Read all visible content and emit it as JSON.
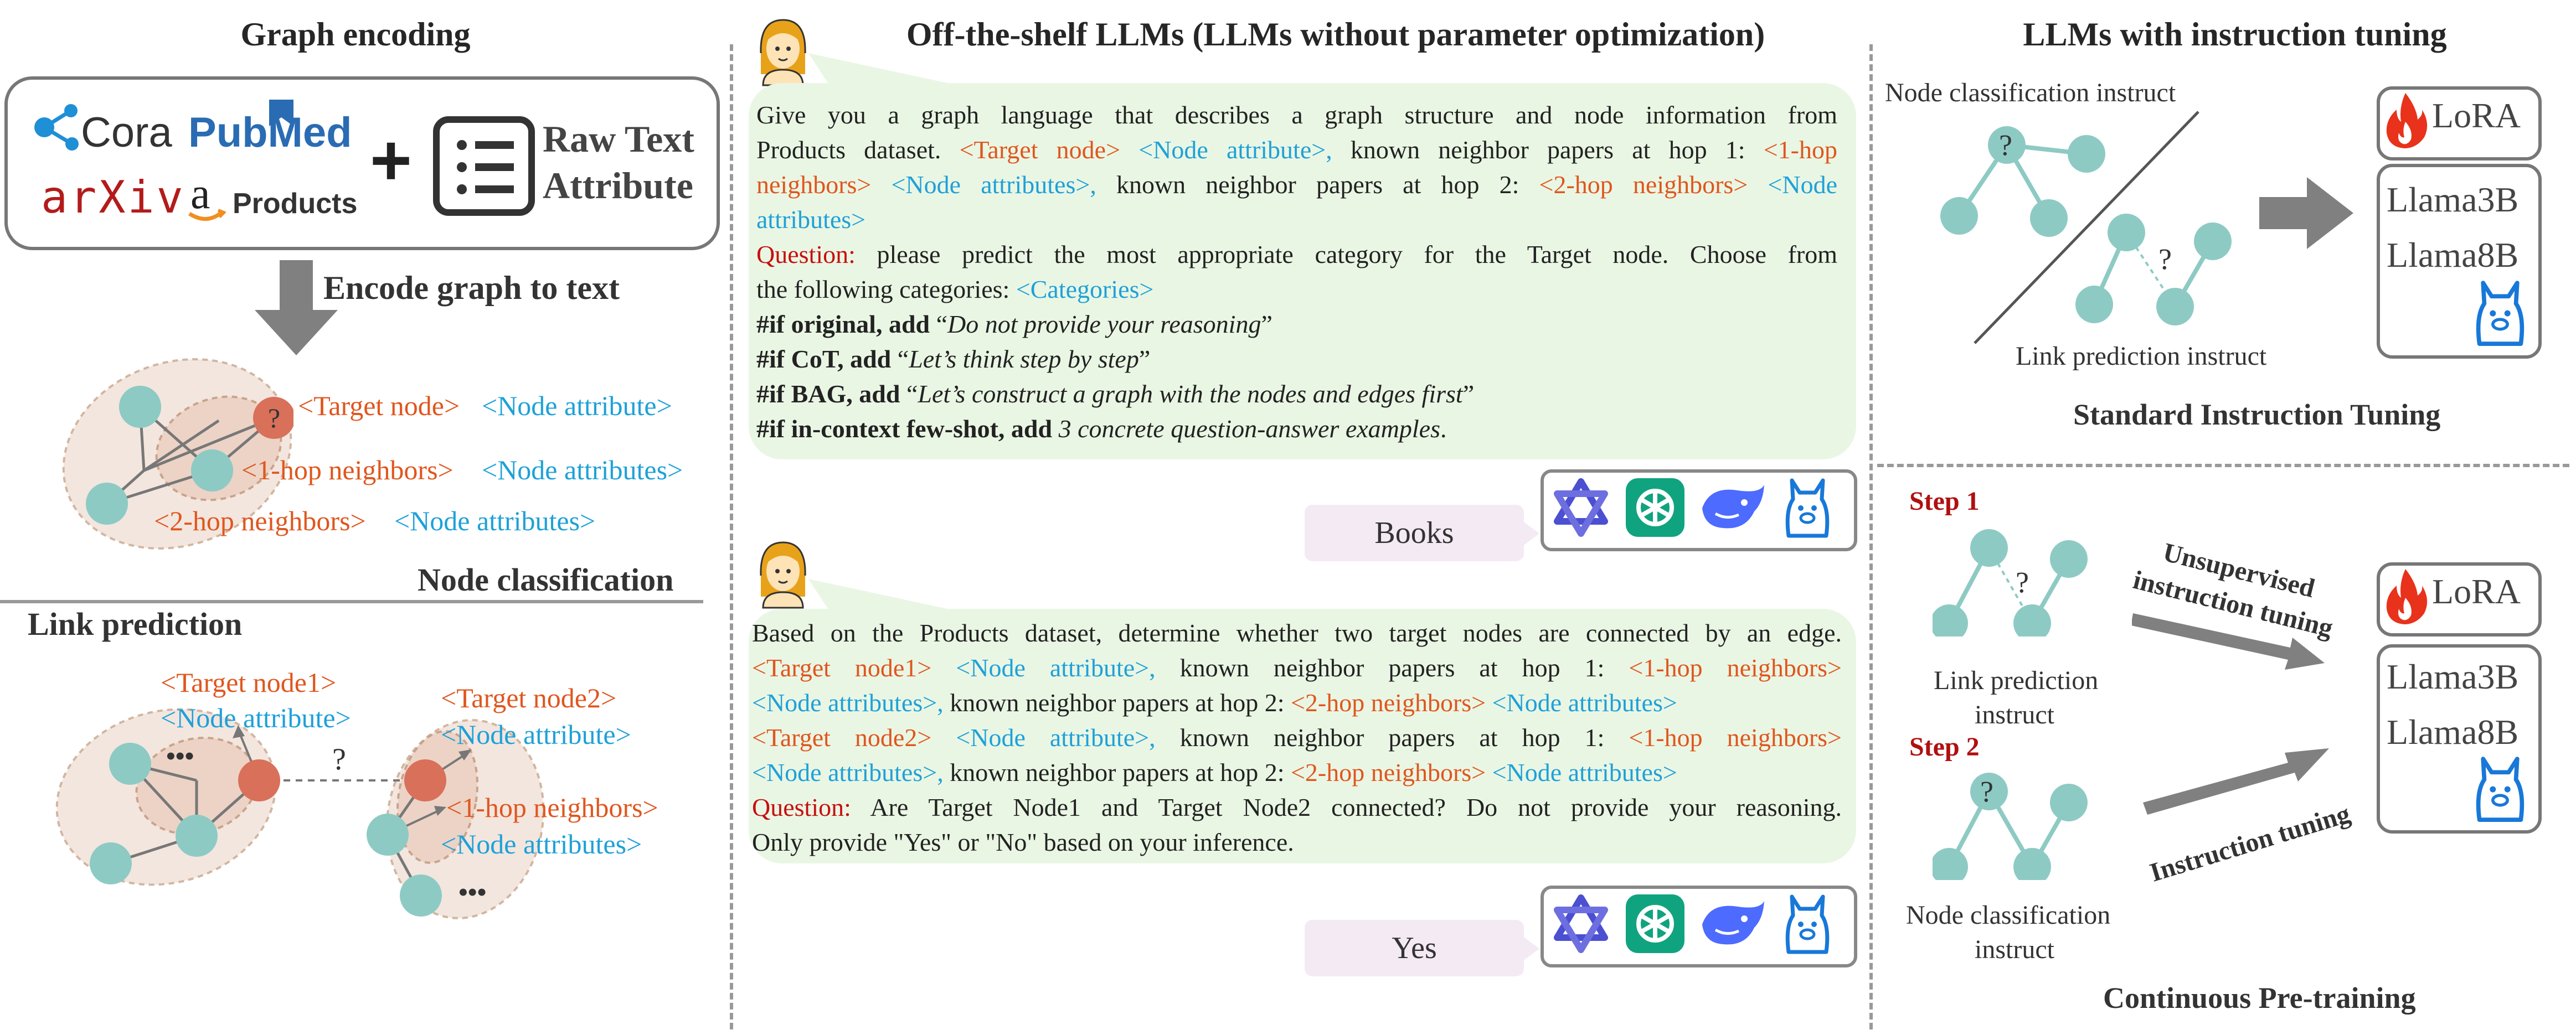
{
  "panels": {
    "left": {
      "title": "Graph encoding",
      "datasets": {
        "cora": "Cora",
        "pubmed_pub": "Pub",
        "pubmed_med": "Med",
        "arxiv": "arXiv",
        "products": "Products"
      },
      "plus": "+",
      "raw_text_1": "Raw Text",
      "raw_text_2": "Attribute",
      "encode_label": "Encode graph to text",
      "nc_graph_labels": {
        "target_node": "<Target node>",
        "node_attribute": "<Node attribute>",
        "hop1": "<1-hop neighbors>",
        "node_attributes_1": "<Node attributes>",
        "hop2": "<2-hop neighbors>",
        "node_attributes_2": "<Node attributes>"
      },
      "node_classification": "Node classification",
      "link_prediction": "Link prediction",
      "lp_graph_labels": {
        "target_node1": "<Target node1>",
        "node_attribute_1": "<Node attribute>",
        "target_node2": "<Target node2>",
        "node_attribute_2": "<Node attribute>",
        "hop1": "<1-hop neighbors>",
        "node_attributes": "<Node attributes>",
        "ellipsis": "•••",
        "question": "?"
      }
    },
    "middle": {
      "title": "Off-the-shelf LLMs (LLMs without parameter optimization)",
      "prompt1": {
        "l1": "Give you a graph language that describes a graph structure and node information from",
        "l2a": "Products dataset. ",
        "l2b": "<Target node>",
        "l2c": " <Node attribute>,",
        "l2d": " known neighbor papers at hop 1: ",
        "l2e": "<1-hop",
        "l3a": "neighbors>",
        "l3b": " <Node attributes>,",
        "l3c": " known neighbor papers at hop 2: ",
        "l3d": "<2-hop neighbors>",
        "l3e": " <Node",
        "l4a": "attributes>",
        "l5a": "Question:",
        "l5b": " please predict the most appropriate category for the Target node. Choose from",
        "l6a": "the following categories: ",
        "l6b": "<Categories>",
        "l7a": "#if original, add",
        "l7b": " “",
        "l7c": "Do not provide your reasoning",
        "l7d": "”",
        "l8a": "#if CoT, add",
        "l8b": " “",
        "l8c": "Let’s think step by step",
        "l8d": "”",
        "l9a": "#if BAG, add",
        "l9b": " “",
        "l9c": "Let’s construct a graph with the nodes and edges first",
        "l9d": "”",
        "l10a": "#if in-context few-shot, add",
        "l10b": " ",
        "l10c": "3 concrete question-answer examples",
        "l10d": "."
      },
      "answer1": "Books",
      "prompt2": {
        "l1": "Based on the Products dataset, determine whether two target nodes are connected by an edge.",
        "l2a": "<Target node1>",
        "l2b": " <Node attribute>,",
        "l2c": " known neighbor papers at hop 1: ",
        "l2d": "<1-hop neighbors>",
        "l3a": "<Node attributes>,",
        "l3b": " known neighbor papers at hop 2: ",
        "l3c": "<2-hop neighbors>",
        "l3d": " <Node attributes>",
        "l4a": "<Target node2>",
        "l4b": " <Node attribute>,",
        "l4c": " known neighbor papers at hop 1: ",
        "l4d": "<1-hop neighbors>",
        "l5a": "<Node attributes>,",
        "l5b": " known neighbor papers at hop 2: ",
        "l5c": "<2-hop neighbors>",
        "l5d": " <Node attributes>",
        "l6a": "Question:",
        "l6b": " Are Target Node1 and Target Node2 connected? Do not provide your reasoning.",
        "l7": "Only provide \"Yes\" or \"No\" based on your inference."
      },
      "answer2": "Yes"
    },
    "right": {
      "title": "LLMs with instruction tuning",
      "nc_instruct": "Node classification instruct",
      "lp_instruct": "Link prediction instruct",
      "standard": "Standard Instruction Tuning",
      "lora": "LoRA",
      "llama3b": "Llama3B",
      "llama8b": "Llama8B",
      "step1": "Step 1",
      "step2": "Step 2",
      "unsup1": "Unsupervised",
      "unsup2": "instruction tuning",
      "inst_tuning": "Instruction tuning",
      "lp_instruct_1": "Link prediction",
      "lp_instruct_2": "instruct",
      "nc_instruct_1": "Node classification",
      "nc_instruct_2": "instruct",
      "continuous": "Continuous Pre-training",
      "q": "?"
    }
  },
  "colors": {
    "orange": "#e0561e",
    "blue": "#1ea1d8",
    "red": "#c60f0f",
    "teal_node": "#8ecac4",
    "target_node": "#d9705a",
    "bubble": "#eaf6e4",
    "answer_bg": "#f4eaf4"
  },
  "icons": [
    "cora-logo-icon",
    "pubmed-logo-icon",
    "arxiv-logo-icon",
    "amazon-logo-icon",
    "list-icon",
    "gemini-icon",
    "chatgpt-icon",
    "deepseek-icon",
    "llama-icon",
    "user-avatar-icon",
    "fire-icon"
  ]
}
